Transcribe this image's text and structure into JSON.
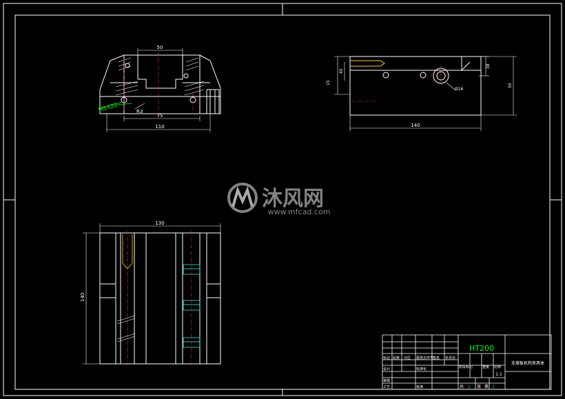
{
  "watermark": {
    "brand": "沐风网",
    "url": "www.mfcad.com"
  },
  "front_view": {
    "dim_top": "50",
    "dim_bottom_inner": "75",
    "dim_bottom_overall": "110",
    "radius_label": "R3",
    "thread_label": "M5X20"
  },
  "side_view": {
    "dim_small_height": "38",
    "dim_hole_label_left": "45",
    "dim_total_height": "50",
    "dim_left_offset": "15",
    "dim_hole_diameter": "Ø16",
    "dim_width": "140"
  },
  "top_view": {
    "dim_width": "130",
    "dim_height": "140"
  },
  "title_block": {
    "material": "HT200",
    "drawing_name": "支撑板机构夹具体",
    "scale": "1:1",
    "sheet_total": "1",
    "sheet_num": "1",
    "labels": {
      "mark": "标记",
      "count": "处数",
      "zone": "分区",
      "change_doc": "更改文件号",
      "signature": "签名",
      "date": "年月日",
      "design": "设计",
      "standardize": "标准化",
      "stage_mark": "阶段标记",
      "weight": "重量",
      "scale_label": "比例",
      "review": "审核",
      "process": "工艺",
      "approve": "批准",
      "total": "共",
      "sheets": "张",
      "page": "第"
    }
  },
  "colors": {
    "background": "#000000",
    "line": "#ffffff",
    "dimension": "#00ff00",
    "center": "#ff3333",
    "hatch": "#33ffff",
    "thread": "#ffff00",
    "watermark": "#9a9a9a"
  }
}
